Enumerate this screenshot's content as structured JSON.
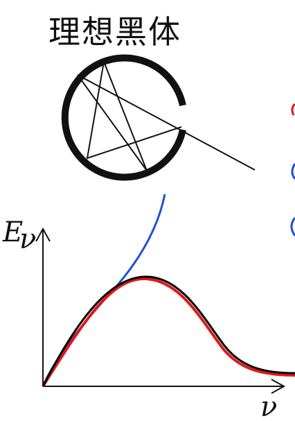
{
  "title": "理想黑体",
  "axes": {
    "y_label": "E",
    "y_subscript": "ν",
    "x_label": "ν"
  },
  "colors": {
    "ink": "#111111",
    "rayleigh_jeans": "#1a4fd6",
    "planck": "#e01818",
    "measured": "#000000",
    "background": "#ffffff"
  }
}
